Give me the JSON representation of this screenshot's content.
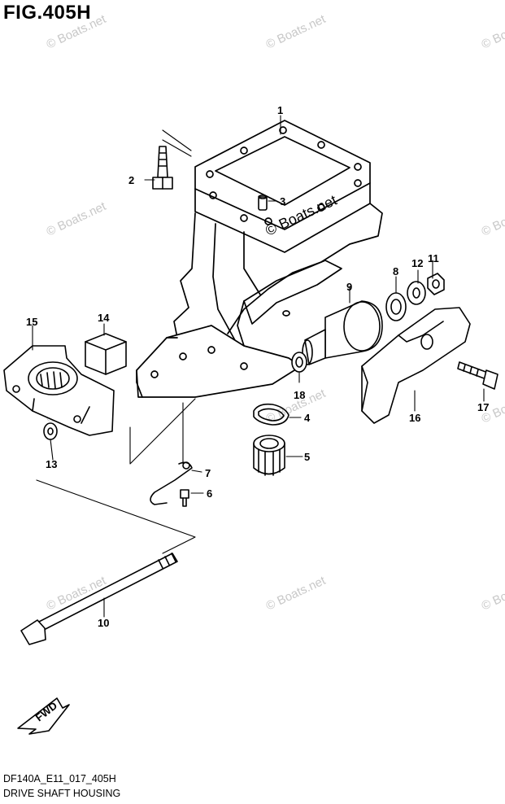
{
  "figure_title": "FIG.405H",
  "drawing_code": "DF140A_E11_017_405H",
  "caption": "DRIVE SHAFT HOUSING",
  "direction_label": "FWD",
  "watermark_text": "© Boats.net",
  "callouts": {
    "c1": "1",
    "c2": "2",
    "c3": "3",
    "c4": "4",
    "c5": "5",
    "c6": "6",
    "c7": "7",
    "c8": "8",
    "c9": "9",
    "c10": "10",
    "c11": "11",
    "c12": "12",
    "c13": "13",
    "c14": "14",
    "c15": "15",
    "c16": "16",
    "c17": "17",
    "c18": "18"
  }
}
